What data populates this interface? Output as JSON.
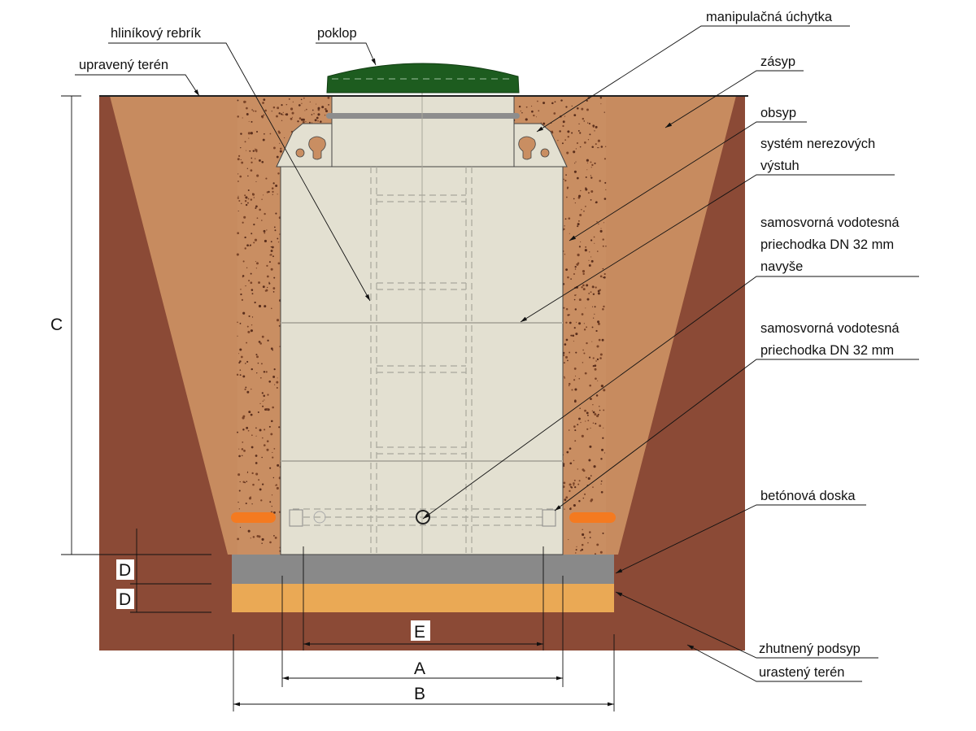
{
  "labels": {
    "upraveny_teren": "upravený terén",
    "hlinikovy_rebrik": "hliníkový rebrík",
    "poklop": "poklop",
    "manipulacna_uchytka": "manipulačná úchytka",
    "zasyp": "zásyp",
    "obsyp": "obsyp",
    "vystuhy": [
      "systém nerezových",
      "výstuh"
    ],
    "priechodka_navyse": [
      "samosvorná vodotesná",
      "priechodka DN 32 mm",
      "navyše"
    ],
    "priechodka": [
      "samosvorná vodotesná",
      "priechodka DN 32 mm"
    ],
    "betonova_doska": "betónová doska",
    "zhutneny_podsyp": "zhutnený podsyp",
    "urasteny_teren": "urastený terén"
  },
  "dimensions": {
    "A": "A",
    "B": "B",
    "C": "C",
    "D1": "D",
    "D2": "D",
    "E": "E"
  },
  "colors": {
    "excavation": "#8b4a36",
    "backfill": "#c78b5f",
    "gravel": "#c98e62",
    "tank": "#e3e0d1",
    "lid": "#1d5c1f",
    "slab": "#898989",
    "sand_bed": "#eaa955",
    "pipe": "#f47a20"
  }
}
